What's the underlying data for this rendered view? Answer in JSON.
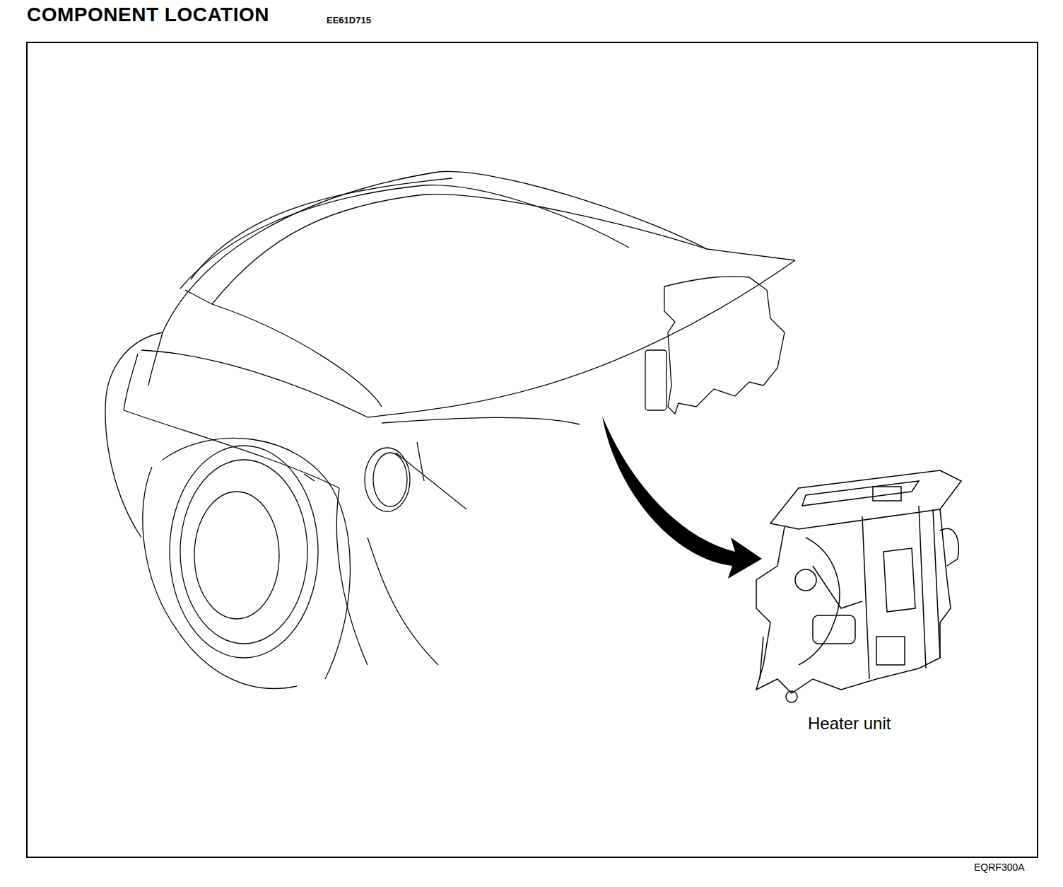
{
  "diagram": {
    "title": "COMPONENT LOCATION",
    "labels": [
      "EE61D715",
      "Heater unit",
      "EQRF300A"
    ]
  }
}
